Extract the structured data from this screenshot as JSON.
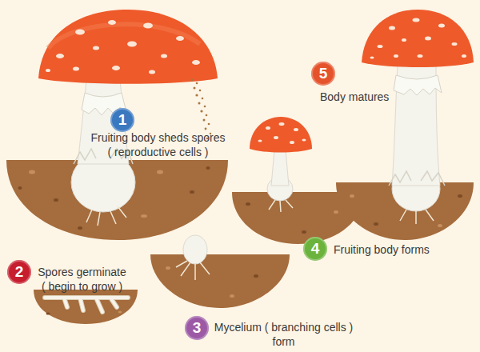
{
  "diagram": {
    "nodes": [
      {
        "text": [
          "1",
          "Fruiting body sheds spores ( reproductive cells )"
        ]
      },
      {
        "text": [
          "2",
          "Spores germinate ( begin to grow )"
        ]
      },
      {
        "text": [
          "3",
          "Mycelium ( branching cells ) form"
        ]
      },
      {
        "text": [
          "4",
          "Fruiting body forms"
        ]
      },
      {
        "text": [
          "5",
          "Body matures"
        ]
      }
    ]
  }
}
